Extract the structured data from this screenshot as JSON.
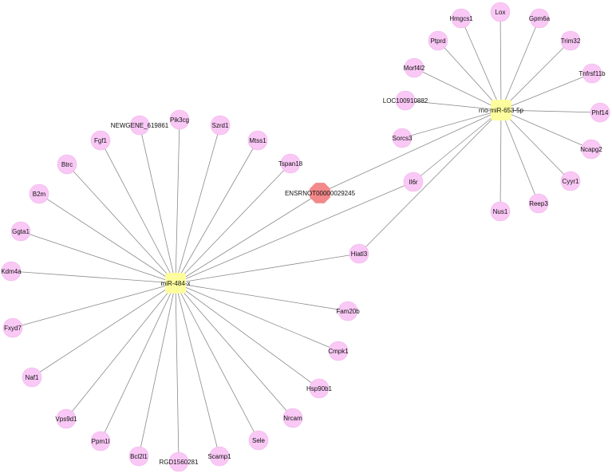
{
  "colors": {
    "gene_node": "#f9c8f5",
    "mirna_node": "#fdfd9e",
    "lncrna_node": "#f3898a",
    "edge": "#8a8a8a"
  },
  "hubs": [
    {
      "id": "mir484",
      "label": "miR-484-x"
    },
    {
      "id": "mir653",
      "label": "rno-miR-653-5p"
    }
  ],
  "lncrna": {
    "id": "lnc",
    "label": "ENSRNOT00000029245"
  },
  "genes": [
    {
      "id": "hmgcs1",
      "label": "Hmgcs1"
    },
    {
      "id": "lox",
      "label": "Lox"
    },
    {
      "id": "gpm6a",
      "label": "Gpm6a"
    },
    {
      "id": "ptprd",
      "label": "Ptprd"
    },
    {
      "id": "trim32",
      "label": "Trim32"
    },
    {
      "id": "morf4l2",
      "label": "Morf4l2"
    },
    {
      "id": "tnfrsf11b",
      "label": "Tnfrsf11b"
    },
    {
      "id": "loc",
      "label": "LOC100910882"
    },
    {
      "id": "phf14",
      "label": "Phf14"
    },
    {
      "id": "sorcs3",
      "label": "Sorcs3"
    },
    {
      "id": "ncapg2",
      "label": "Ncapg2"
    },
    {
      "id": "cyyr1",
      "label": "Cyyr1"
    },
    {
      "id": "reep3",
      "label": "Reep3"
    },
    {
      "id": "nus1",
      "label": "Nus1"
    },
    {
      "id": "il6r",
      "label": "Il6r"
    },
    {
      "id": "hiatl3",
      "label": "Hiatl3"
    },
    {
      "id": "newgene",
      "label": "NEWGENE_619861"
    },
    {
      "id": "pik3cg",
      "label": "Pik3cg"
    },
    {
      "id": "szrd1",
      "label": "Szrd1"
    },
    {
      "id": "fgf1",
      "label": "Fgf1"
    },
    {
      "id": "mtss1",
      "label": "Mtss1"
    },
    {
      "id": "btrc",
      "label": "Btrc"
    },
    {
      "id": "tspan18",
      "label": "Tspan18"
    },
    {
      "id": "b2m",
      "label": "B2m"
    },
    {
      "id": "ggta1",
      "label": "Ggta1"
    },
    {
      "id": "kdm4a",
      "label": "Kdm4a"
    },
    {
      "id": "fxyd7",
      "label": "Fxyd7"
    },
    {
      "id": "naf1",
      "label": "Naf1"
    },
    {
      "id": "vps9d1",
      "label": "Vps9d1"
    },
    {
      "id": "ppm1l",
      "label": "Ppm1l"
    },
    {
      "id": "bcl2l1",
      "label": "Bcl2l1"
    },
    {
      "id": "rgd",
      "label": "RGD1560281"
    },
    {
      "id": "scamp1",
      "label": "Scamp1"
    },
    {
      "id": "sele",
      "label": "Sele"
    },
    {
      "id": "nrcam",
      "label": "Nrcam"
    },
    {
      "id": "hsp90b1",
      "label": "Hsp90b1"
    },
    {
      "id": "cmpk1",
      "label": "Cmpk1"
    },
    {
      "id": "fam20b",
      "label": "Fam20b"
    }
  ],
  "edges": [
    [
      "mir653",
      "hmgcs1"
    ],
    [
      "mir653",
      "lox"
    ],
    [
      "mir653",
      "gpm6a"
    ],
    [
      "mir653",
      "ptprd"
    ],
    [
      "mir653",
      "trim32"
    ],
    [
      "mir653",
      "morf4l2"
    ],
    [
      "mir653",
      "tnfrsf11b"
    ],
    [
      "mir653",
      "loc"
    ],
    [
      "mir653",
      "phf14"
    ],
    [
      "mir653",
      "sorcs3"
    ],
    [
      "mir653",
      "ncapg2"
    ],
    [
      "mir653",
      "cyyr1"
    ],
    [
      "mir653",
      "reep3"
    ],
    [
      "mir653",
      "nus1"
    ],
    [
      "mir653",
      "il6r"
    ],
    [
      "mir653",
      "hiatl3"
    ],
    [
      "mir653",
      "lnc"
    ],
    [
      "mir484",
      "lnc"
    ],
    [
      "mir484",
      "il6r"
    ],
    [
      "mir484",
      "hiatl3"
    ],
    [
      "mir484",
      "newgene"
    ],
    [
      "mir484",
      "pik3cg"
    ],
    [
      "mir484",
      "szrd1"
    ],
    [
      "mir484",
      "fgf1"
    ],
    [
      "mir484",
      "mtss1"
    ],
    [
      "mir484",
      "btrc"
    ],
    [
      "mir484",
      "tspan18"
    ],
    [
      "mir484",
      "b2m"
    ],
    [
      "mir484",
      "ggta1"
    ],
    [
      "mir484",
      "kdm4a"
    ],
    [
      "mir484",
      "fxyd7"
    ],
    [
      "mir484",
      "naf1"
    ],
    [
      "mir484",
      "vps9d1"
    ],
    [
      "mir484",
      "ppm1l"
    ],
    [
      "mir484",
      "bcl2l1"
    ],
    [
      "mir484",
      "rgd"
    ],
    [
      "mir484",
      "scamp1"
    ],
    [
      "mir484",
      "sele"
    ],
    [
      "mir484",
      "nrcam"
    ],
    [
      "mir484",
      "hsp90b1"
    ],
    [
      "mir484",
      "cmpk1"
    ],
    [
      "mir484",
      "fam20b"
    ]
  ]
}
